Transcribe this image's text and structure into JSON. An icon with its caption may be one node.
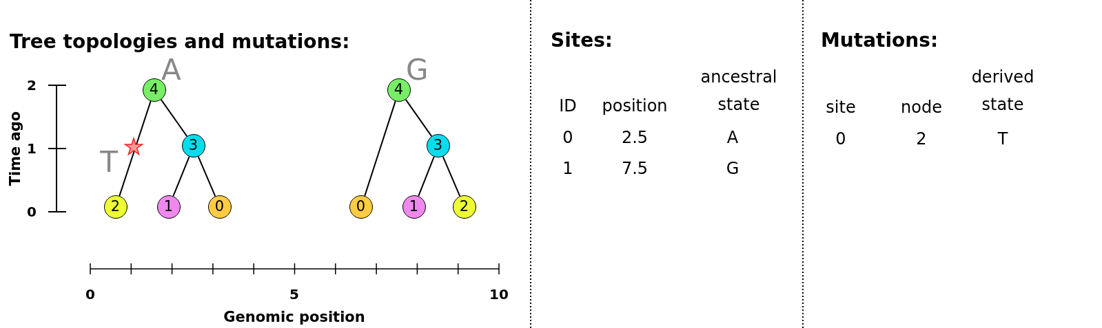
{
  "diagram": {
    "nodes": [
      {
        "text": [
          "4"
        ],
        "beside": [
          "A"
        ]
      },
      {
        "text": [
          "3"
        ]
      },
      {
        "text": [
          "2"
        ]
      },
      {
        "text": [
          "1"
        ]
      },
      {
        "text": [
          "0"
        ]
      },
      {
        "text": [
          "4"
        ],
        "beside": [
          "G"
        ]
      },
      {
        "text": [
          "3"
        ]
      },
      {
        "text": [
          "0"
        ]
      },
      {
        "text": [
          "1"
        ]
      },
      {
        "text": [
          "2"
        ]
      }
    ],
    "edges": [
      {
        "from": 0,
        "to": 2,
        "arrow": "none"
      },
      {
        "from": 0,
        "to": 1,
        "arrow": "none"
      },
      {
        "from": 1,
        "to": 3,
        "arrow": "none"
      },
      {
        "from": 1,
        "to": 4,
        "arrow": "none"
      },
      {
        "from": 5,
        "to": 7,
        "arrow": "none"
      },
      {
        "from": 5,
        "to": 6,
        "arrow": "none"
      },
      {
        "from": 6,
        "to": 8,
        "arrow": "none"
      },
      {
        "from": 6,
        "to": 9,
        "arrow": "none"
      }
    ],
    "labels": [
      "Tree topologies and mutations:",
      "Time ago",
      "2",
      "1",
      "0",
      "T",
      "0",
      "5",
      "10",
      "Genomic position",
      "Sites:",
      "ID",
      "position",
      "ancestral state",
      "0",
      "2.5",
      "A",
      "1",
      "7.5",
      "G",
      "Mutations:",
      "site",
      "node",
      "derived state",
      "0",
      "2",
      "T"
    ]
  }
}
